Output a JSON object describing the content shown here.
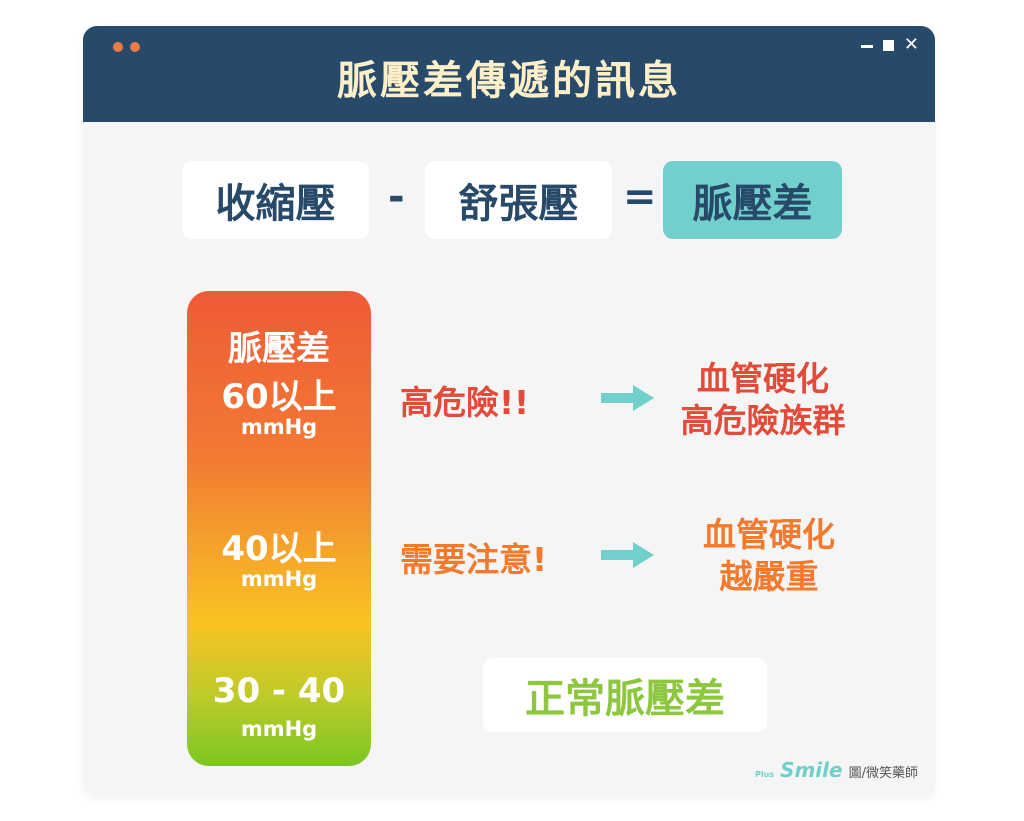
{
  "window": {
    "title": "脈壓差傳遞的訊息",
    "controls": {
      "minimize": "–",
      "maximize": "■",
      "close": "✕"
    }
  },
  "formula": {
    "systolic": "收縮壓",
    "minus": "-",
    "diastolic": "舒張壓",
    "equals": "=",
    "result": "脈壓差"
  },
  "gauge": {
    "heading": "脈壓差",
    "level_high": "60以上",
    "unit_high": "mmHg",
    "level_mid": "40以上",
    "unit_mid": "mmHg",
    "level_normal": "30 - 40",
    "unit_normal": "mmHg"
  },
  "rows": {
    "high": {
      "warning": "高危險!!",
      "result_line1": "血管硬化",
      "result_line2": "高危險族群"
    },
    "mid": {
      "warning": "需要注意!",
      "result_line1": "血管硬化",
      "result_line2": "越嚴重"
    },
    "normal": {
      "label": "正常脈壓差"
    }
  },
  "credit": {
    "brand_prefix": "Plus",
    "brand": "Smile",
    "text": "圖/微笑藥師"
  },
  "colors": {
    "titlebar": "#27496a",
    "title_text": "#fdf0c8",
    "accent_teal": "#71cfcc",
    "danger_red": "#e24a3a",
    "warning_orange": "#f27a2c",
    "normal_green": "#8dc63f"
  }
}
